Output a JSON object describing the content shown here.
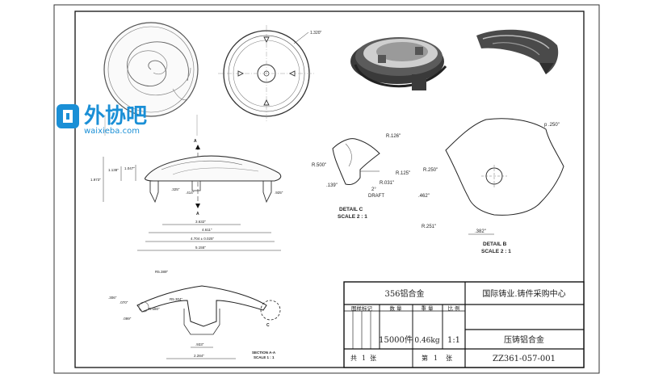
{
  "watermark": {
    "brand_name": "外协吧",
    "url": "waixieba.com",
    "brand_color": "#1a8fd6"
  },
  "detail_c": {
    "title": "DETAIL C",
    "scale": "SCALE 2 : 1",
    "dims": {
      "r126": "R.126\"",
      "r500": "R.500\"",
      "r125": "R.125\"",
      "r031": "R.031\"",
      "d139": ".139\"",
      "draft_angle": "2°",
      "draft": "DRAFT"
    }
  },
  "detail_b": {
    "title": "DETAIL B",
    "scale": "SCALE 2 : 1",
    "dims": {
      "p250": "p .250\"",
      "r250": "R.250\"",
      "d462": ".462\"",
      "r251": "R.251\"",
      "d382": ".382\""
    }
  },
  "side_view": {
    "dims": {
      "h1973": "1.973\"",
      "h1138": "1.138\"",
      "h1047": "1.047\"",
      "d325": ".325\"",
      "d414": ".414\"",
      "d925": ".925\"",
      "w3632": "3.632\"",
      "w4611": "4.611\"",
      "w4704": "4.704 ± 0.025\"",
      "w5155": "5.155\""
    },
    "section_mark": "A"
  },
  "top_view": {
    "dims": {
      "d1320": "1.320\""
    }
  },
  "section_view": {
    "title": "SECTION A-A",
    "scale": "SCALE 1 : 1",
    "dims": {
      "r5389": "R5.389\"",
      "r5304": "R5.304\"",
      "r580": "R.580\"",
      "d306": ".306\"",
      "d070": ".070\"",
      "d099": ".099\"",
      "d933": ".933\"",
      "w2284": "2.284\"",
      "detail_c_mark": "C"
    }
  },
  "title_block": {
    "material": "356铝合金",
    "organization": "国际铸业.铸件采购中心",
    "header_labels": [
      "图样标记",
      "数  量",
      "重  量",
      "比 例"
    ],
    "quantity": "15000件",
    "weight": "0.46kg",
    "ratio": "1:1",
    "process": "压铸铝合金",
    "sheet_total_prefix": "共",
    "sheet_total_num": "1",
    "sheet_total_suffix": "张",
    "sheet_no_prefix": "第",
    "sheet_no_num": "1",
    "sheet_no_suffix": "张",
    "drawing_number": "ZZ361-057-001"
  }
}
